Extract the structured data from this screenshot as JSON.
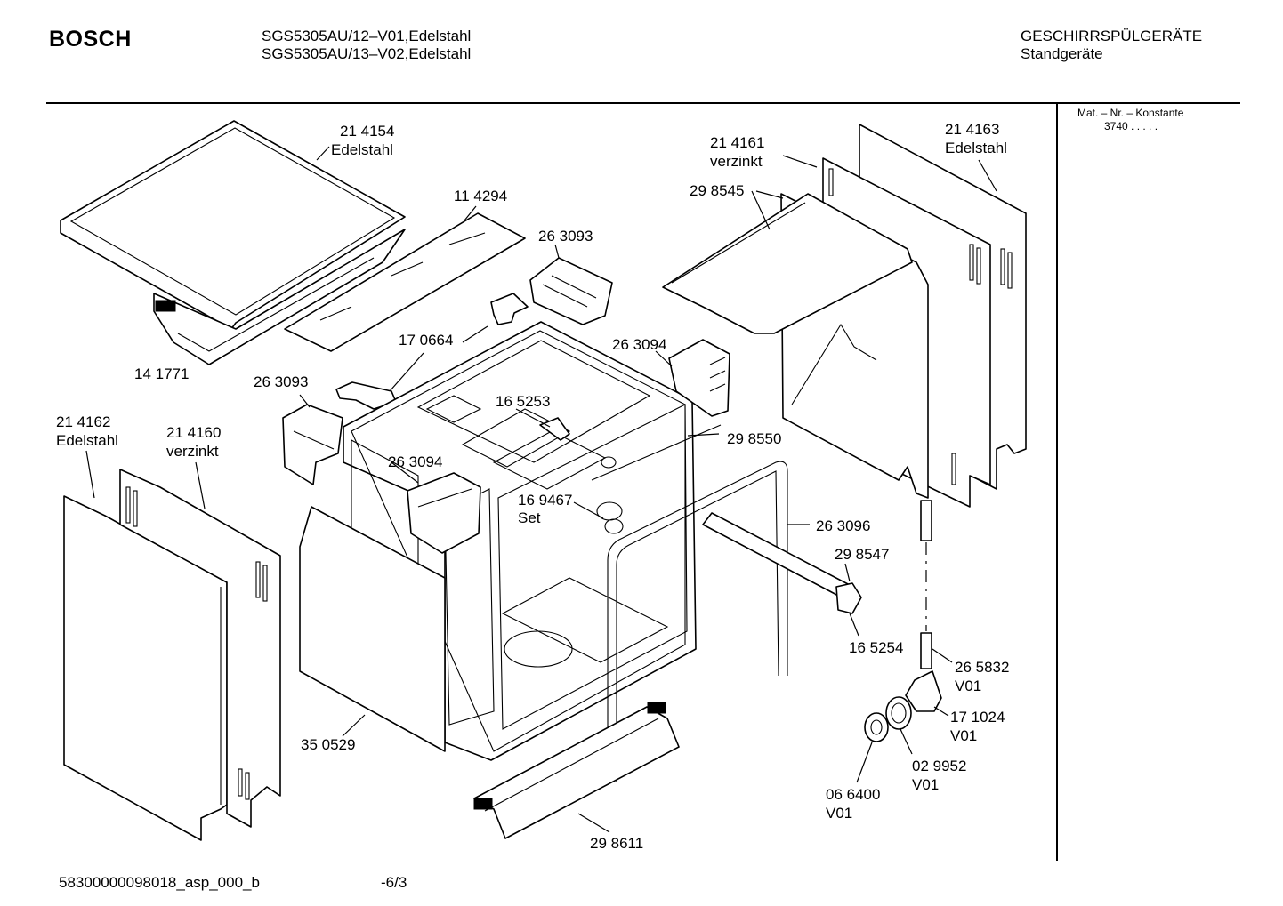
{
  "header": {
    "brand": "BOSCH",
    "model_line_1": "SGS5305AU/12–V01,Edelstahl",
    "model_line_2": "SGS5305AU/13–V02,Edelstahl",
    "category": "GESCHIRRSPÜLGERÄTE",
    "subcategory": "Standgeräte"
  },
  "sidebar": {
    "const_label": "Mat. – Nr. – Konstante",
    "const_value": "3740 .  .  .  .  ."
  },
  "labels": {
    "p214154": "21 4154",
    "p214154_mat": "Edelstahl",
    "p114294": "11 4294",
    "p263093_top": "26 3093",
    "p170664": "17 0664",
    "p141771": "14 1771",
    "p263093_left": "26 3093",
    "p263094_right": "26 3094",
    "p165253": "16 5253",
    "p298550": "29 8550",
    "p214162": "21 4162",
    "p214162_mat": "Edelstahl",
    "p214160": "21 4160",
    "p214160_mat": "verzinkt",
    "p263094_mid": "26 3094",
    "p169467": "16 9467",
    "p169467_set": "Set",
    "p263096": "26 3096",
    "p298547": "29 8547",
    "p165254": "16 5254",
    "p265832": "26 5832",
    "p265832_v": "V01",
    "p171024": "17 1024",
    "p171024_v": "V01",
    "p029952": "02 9952",
    "p029952_v": "V01",
    "p066400": "06 6400",
    "p066400_v": "V01",
    "p350529": "35 0529",
    "p298611": "29 8611",
    "p214161": "21 4161",
    "p214161_mat": "verzinkt",
    "p214163": "21 4163",
    "p214163_mat": "Edelstahl",
    "p298545": "29 8545"
  },
  "footer": {
    "doc_id": "58300000098018_asp_000_b",
    "page": "-6/3"
  }
}
